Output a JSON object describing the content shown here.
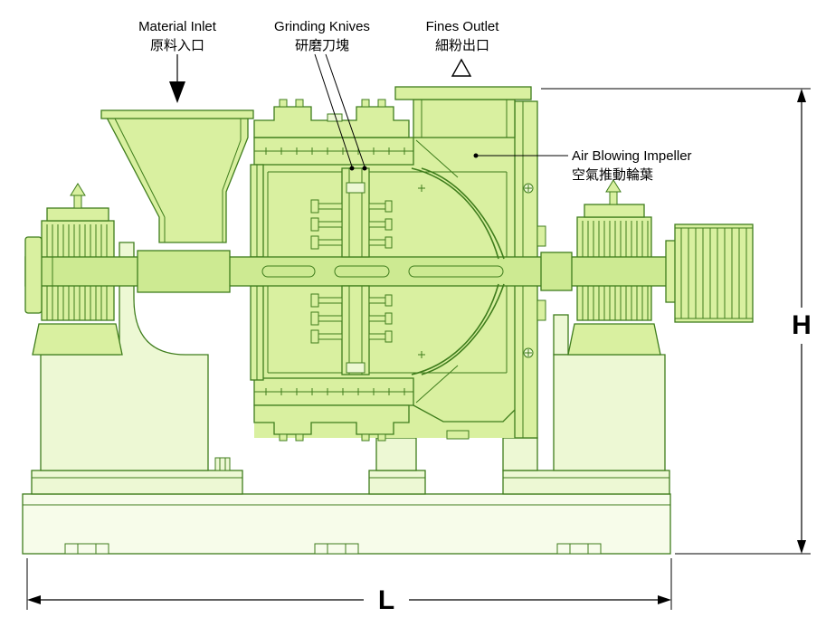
{
  "diagram": {
    "callouts": {
      "material_inlet": {
        "en": "Material Inlet",
        "zh": "原料入口"
      },
      "grinding_knives": {
        "en": "Grinding Knives",
        "zh": "研磨刀塊"
      },
      "fines_outlet": {
        "en": "Fines Outlet",
        "zh": "細粉出口"
      },
      "air_blowing_impeller": {
        "en": "Air Blowing Impeller",
        "zh": "空氣推動輪葉"
      }
    },
    "dimensions": {
      "height": "H",
      "length": "L"
    },
    "colors": {
      "outline_green": "#3f7d1c",
      "fill_light": "#d9f0a0",
      "fill_pale": "#edf8d4",
      "fill_faint": "#f7fcea",
      "fill_shaft": "#cdea92",
      "annotation_black": "#000000"
    }
  }
}
